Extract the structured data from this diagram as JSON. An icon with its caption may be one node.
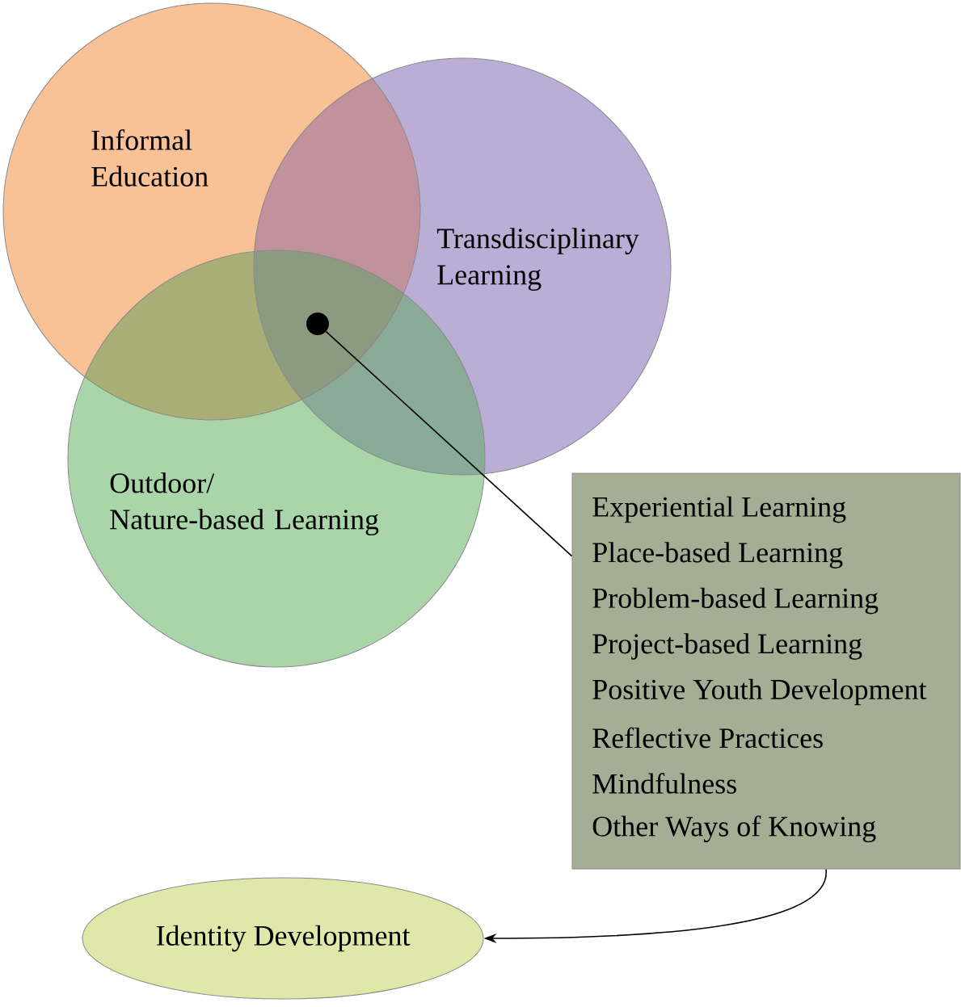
{
  "diagram": {
    "nodes": [
      {
        "text": [
          "Informal Education"
        ]
      },
      {
        "text": [
          "Transdisciplinary Learning"
        ]
      },
      {
        "text": [
          "Outdoor/ Nature-based Learning"
        ]
      },
      {
        "text": [],
        "shape": "circle"
      },
      {
        "text": [
          "Experiential Learning",
          "Place-based Learning",
          "Problem-based Learning",
          "Project-based Learning",
          "Positive Youth Development",
          "Reflective Practices",
          "Mindfulness",
          "Other Ways of Knowing"
        ]
      },
      {
        "text": [
          "Identity Development"
        ]
      }
    ],
    "edges": [
      {
        "from": 3,
        "to": 4,
        "arrow": "none"
      },
      {
        "from": 4,
        "to": 5,
        "arrow": "to"
      }
    ]
  }
}
